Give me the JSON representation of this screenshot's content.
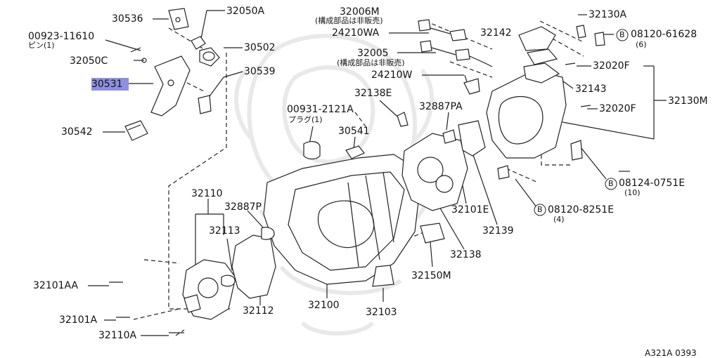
{
  "parts": {
    "p30536": "30536",
    "p32050A": "32050A",
    "p00923": "00923-11610",
    "pin_note": "ピン(1)",
    "p32050C": "32050C",
    "p30502": "30502",
    "p30539": "30539",
    "p30531": "30531",
    "p30542": "30542",
    "p32006M": "32006M",
    "p32006M_note": "(構成部品は非販売)",
    "p24210WA": "24210WA",
    "p32005": "32005",
    "p32005_note": "(構成部品は非販売)",
    "p24210W": "24210W",
    "p32138E": "32138E",
    "p00931": "00931-2121A",
    "plug_note": "プラグ(1)",
    "p32887PA": "32887PA",
    "p30541": "30541",
    "p32130A": "32130A",
    "p32142": "32142",
    "p08120_61628": "08120-61628",
    "qty6": "(6)",
    "p32020F_a": "32020F",
    "p32143": "32143",
    "p32020F_b": "32020F",
    "p32130M": "32130M",
    "p08124": "08124-0751E",
    "qty10": "(10)",
    "p08120_8251E": "08120-8251E",
    "qty4": "(4)",
    "p32101E": "32101E",
    "p32139": "32139",
    "p32138": "32138",
    "p32150M": "32150M",
    "p32110": "32110",
    "p32887P": "32887P",
    "p32113": "32113",
    "p32101AA": "32101AA",
    "p32101A": "32101A",
    "p32110A": "32110A",
    "p32112": "32112",
    "p32100": "32100",
    "p32103": "32103",
    "bolt_mark": "B",
    "diagram_code": "A321A 0393"
  },
  "colors": {
    "line": "#222222",
    "highlight": "#8f8fe0",
    "watermark": "#ececec"
  },
  "icons": [
    "bolt-b-mark-icon",
    "watermark-emblem-icon"
  ]
}
